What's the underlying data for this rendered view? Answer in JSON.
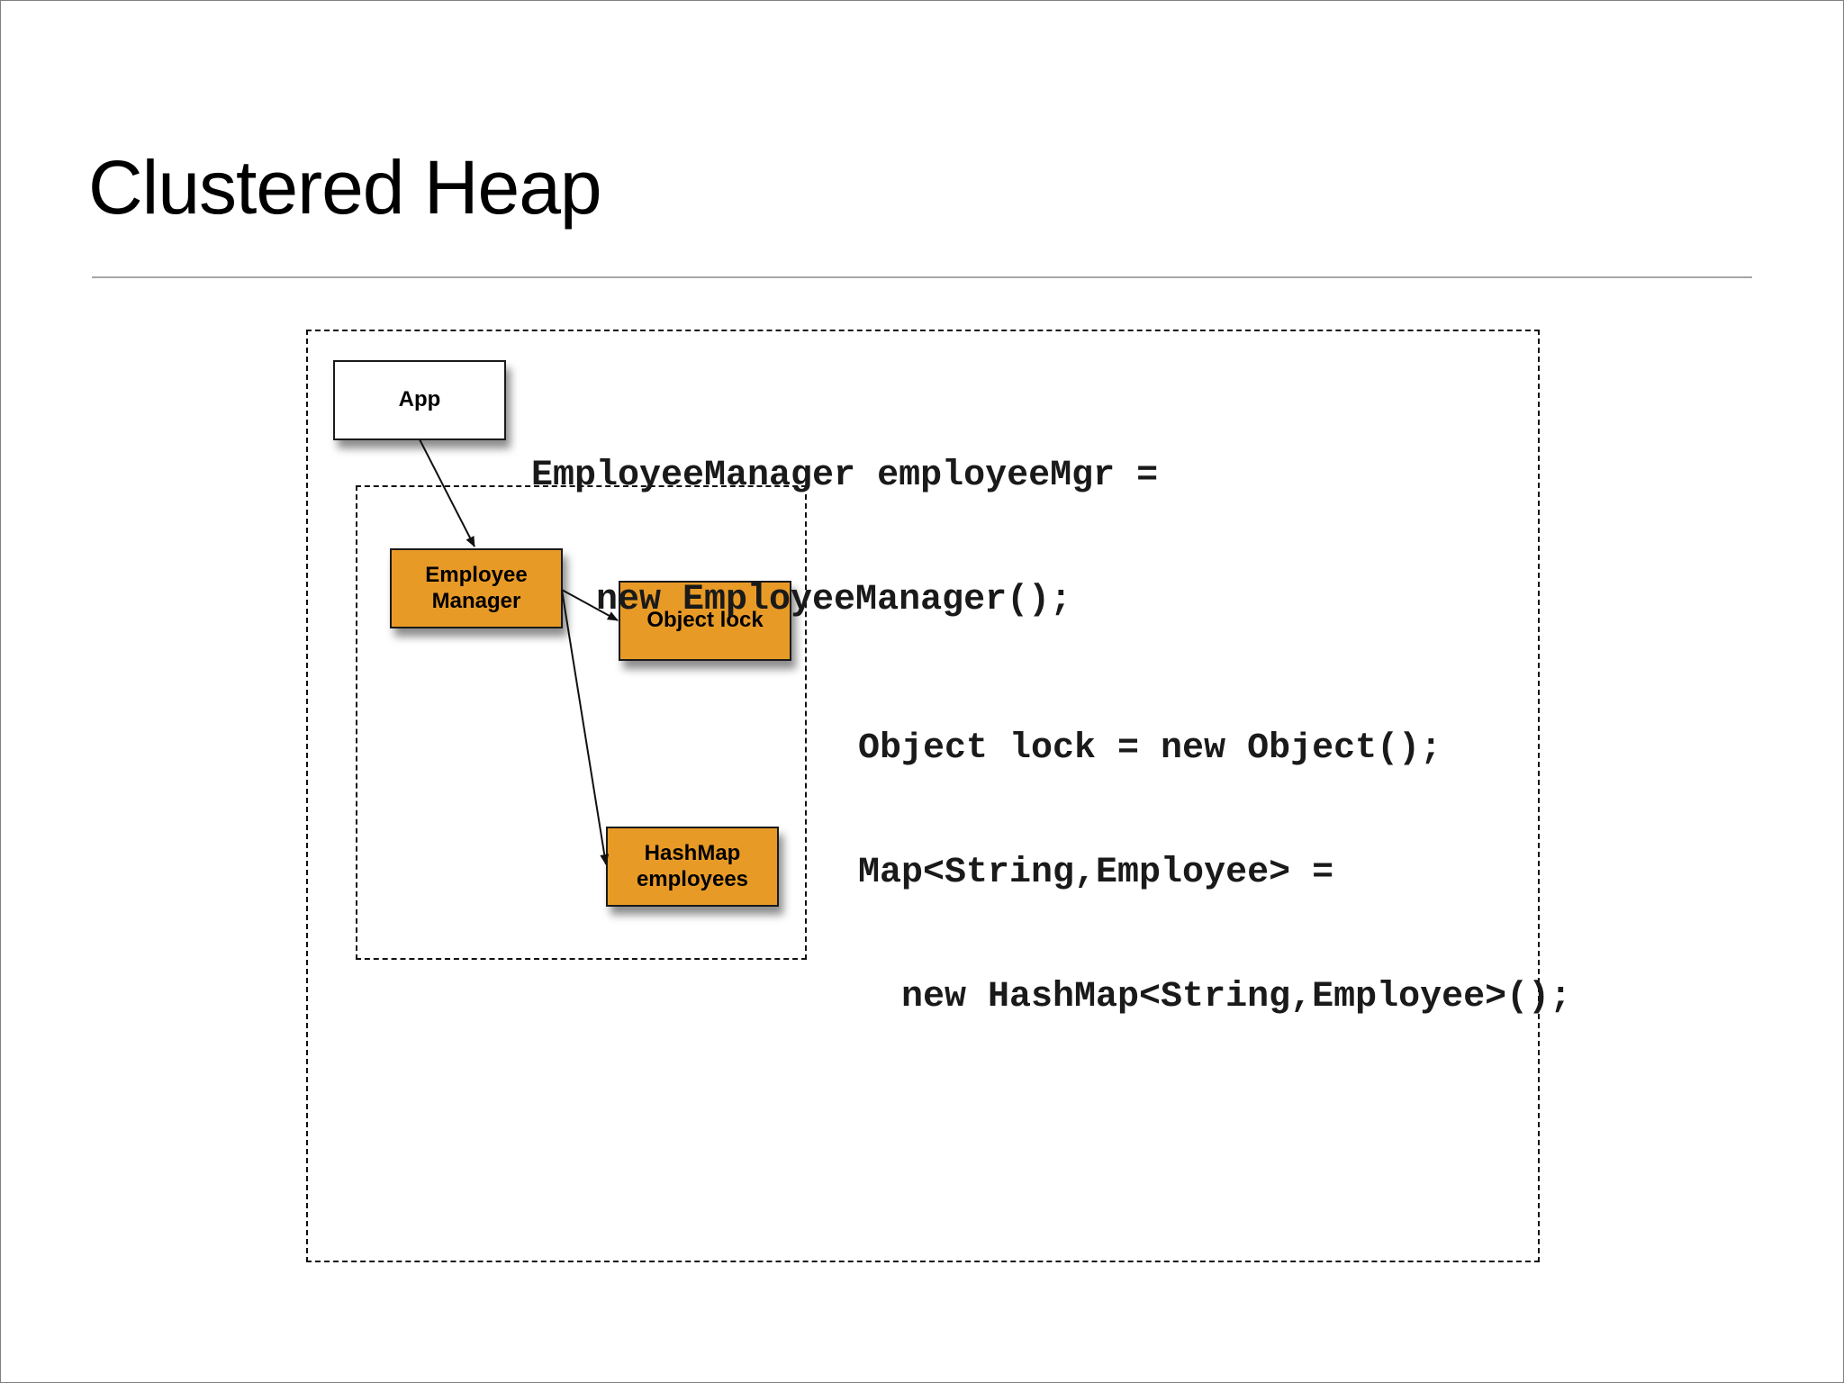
{
  "slide": {
    "title": "Clustered Heap"
  },
  "diagram": {
    "nodes": {
      "app": {
        "label": "App"
      },
      "employee_manager": {
        "line1": "Employee",
        "line2": "Manager"
      },
      "object_lock": {
        "label": "Object lock"
      },
      "hashmap": {
        "line1": "HashMap",
        "line2": "employees"
      }
    },
    "edges": [
      {
        "from": "App",
        "to": "Employee Manager"
      },
      {
        "from": "Employee Manager",
        "to": "Object lock"
      },
      {
        "from": "Employee Manager",
        "to": "HashMap employees"
      }
    ],
    "colors": {
      "object_fill": "#e89a27",
      "app_fill": "#ffffff",
      "stroke": "#1a1a1a"
    }
  },
  "code": {
    "snippet1": {
      "line1": "EmployeeManager employeeMgr =",
      "line2": "   new EmployeeManager();"
    },
    "snippet2": {
      "line1": "Object lock = new Object();",
      "line2": "Map<String,Employee> =",
      "line3": "  new HashMap<String,Employee>();"
    }
  }
}
